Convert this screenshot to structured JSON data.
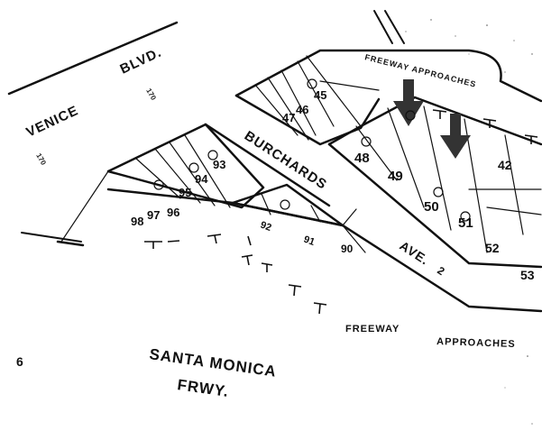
{
  "map": {
    "sheet_number": "6",
    "labels": {
      "venice": "VENICE",
      "blvd": "BLVD.",
      "burchards": "BURCHARDS",
      "ave": "AVE.",
      "ave_num": "2",
      "freeway_top": "FREEWAY APPROACHES",
      "freeway_bottom": "FREEWAY",
      "approaches_bottom": "APPROACHES",
      "santa_monica": "SANTA MONICA",
      "frwy": "FRWY."
    },
    "lot_numbers": {
      "n93": "93",
      "n94": "94",
      "n95": "95",
      "n96": "96",
      "n97": "97",
      "n98": "98",
      "n91": "91",
      "n92": "92",
      "n90": "90",
      "n45": "45",
      "n46": "46",
      "n47": "47",
      "n48": "48",
      "n49": "49",
      "n50": "50",
      "n51": "51",
      "n52": "52",
      "n53": "53",
      "n42": "42"
    },
    "scale_marks": {
      "m170a": "170",
      "m170b": "170"
    },
    "arrows": [
      {
        "name": "parcel-arrow-left",
        "color": "#333333"
      },
      {
        "name": "parcel-arrow-right",
        "color": "#333333"
      }
    ]
  }
}
